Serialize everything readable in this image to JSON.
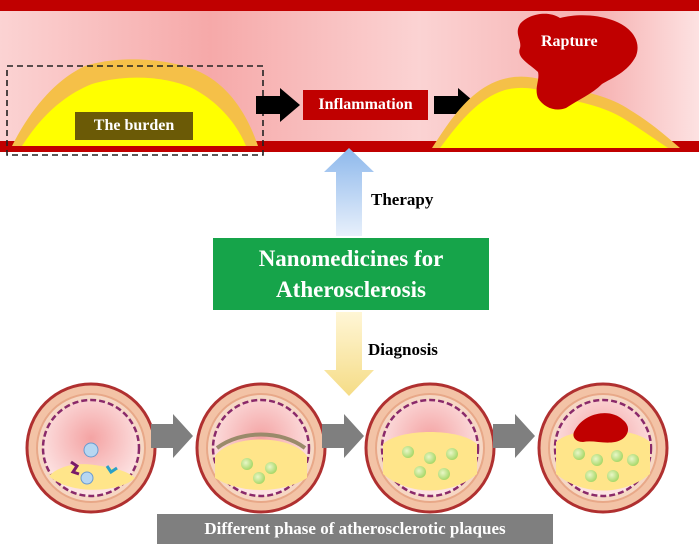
{
  "top": {
    "burden_label": "The burden",
    "inflammation_label": "Inflammation",
    "rapture_label": "Rapture"
  },
  "center": {
    "line1": "Nanomedicines for",
    "line2": "Atherosclerosis"
  },
  "arrows": {
    "therapy_label": "Therapy",
    "diagnosis_label": "Diagnosis"
  },
  "bottom": {
    "label": "Different phase of atherosclerotic plaques"
  },
  "colors": {
    "vessel_wall": "#c00000",
    "lumen": "#f8c8c8",
    "plaque": "#ffff00",
    "plaque_outline": "#f5c048",
    "center_box": "#16a44a",
    "inflammation_box": "#c00000",
    "burden_box": "#6b5a06",
    "therapy_arrow": "#9fc5f0",
    "diagnosis_arrow": "#f7e7a0",
    "bottom_label": "#7f7f7f"
  }
}
